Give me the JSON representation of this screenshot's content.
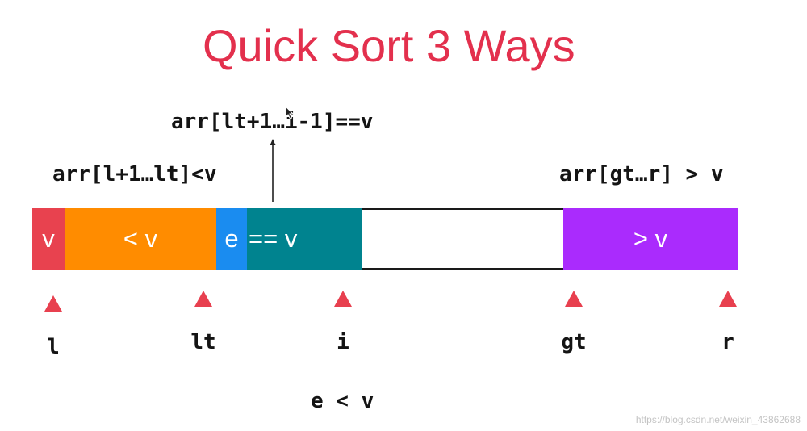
{
  "title": "Quick Sort 3 Ways",
  "colors": {
    "title": "#e3304d",
    "pointer": "#e8404f",
    "text": "#141414"
  },
  "annotations": {
    "equal_range": "arr[lt+1…i-1]==v",
    "less_range": "arr[l+1…lt]<v",
    "greater_range": "arr[gt…r] > v",
    "current_element": "e < v"
  },
  "array_segments": [
    {
      "label": "v",
      "color": "#e8424f"
    },
    {
      "label": "< v",
      "color": "#ff8c00"
    },
    {
      "label": "e",
      "color": "#1a8cf0"
    },
    {
      "label": "== v",
      "color": "#00838f"
    },
    {
      "color": "#ffffff"
    },
    {
      "label": "> v",
      "color": "#aa2bfd"
    }
  ],
  "pointers": [
    {
      "label": "l"
    },
    {
      "label": "lt"
    },
    {
      "label": "i"
    },
    {
      "label": "gt"
    },
    {
      "label": "r"
    }
  ],
  "watermark": "https://blog.csdn.net/weixin_43862688"
}
